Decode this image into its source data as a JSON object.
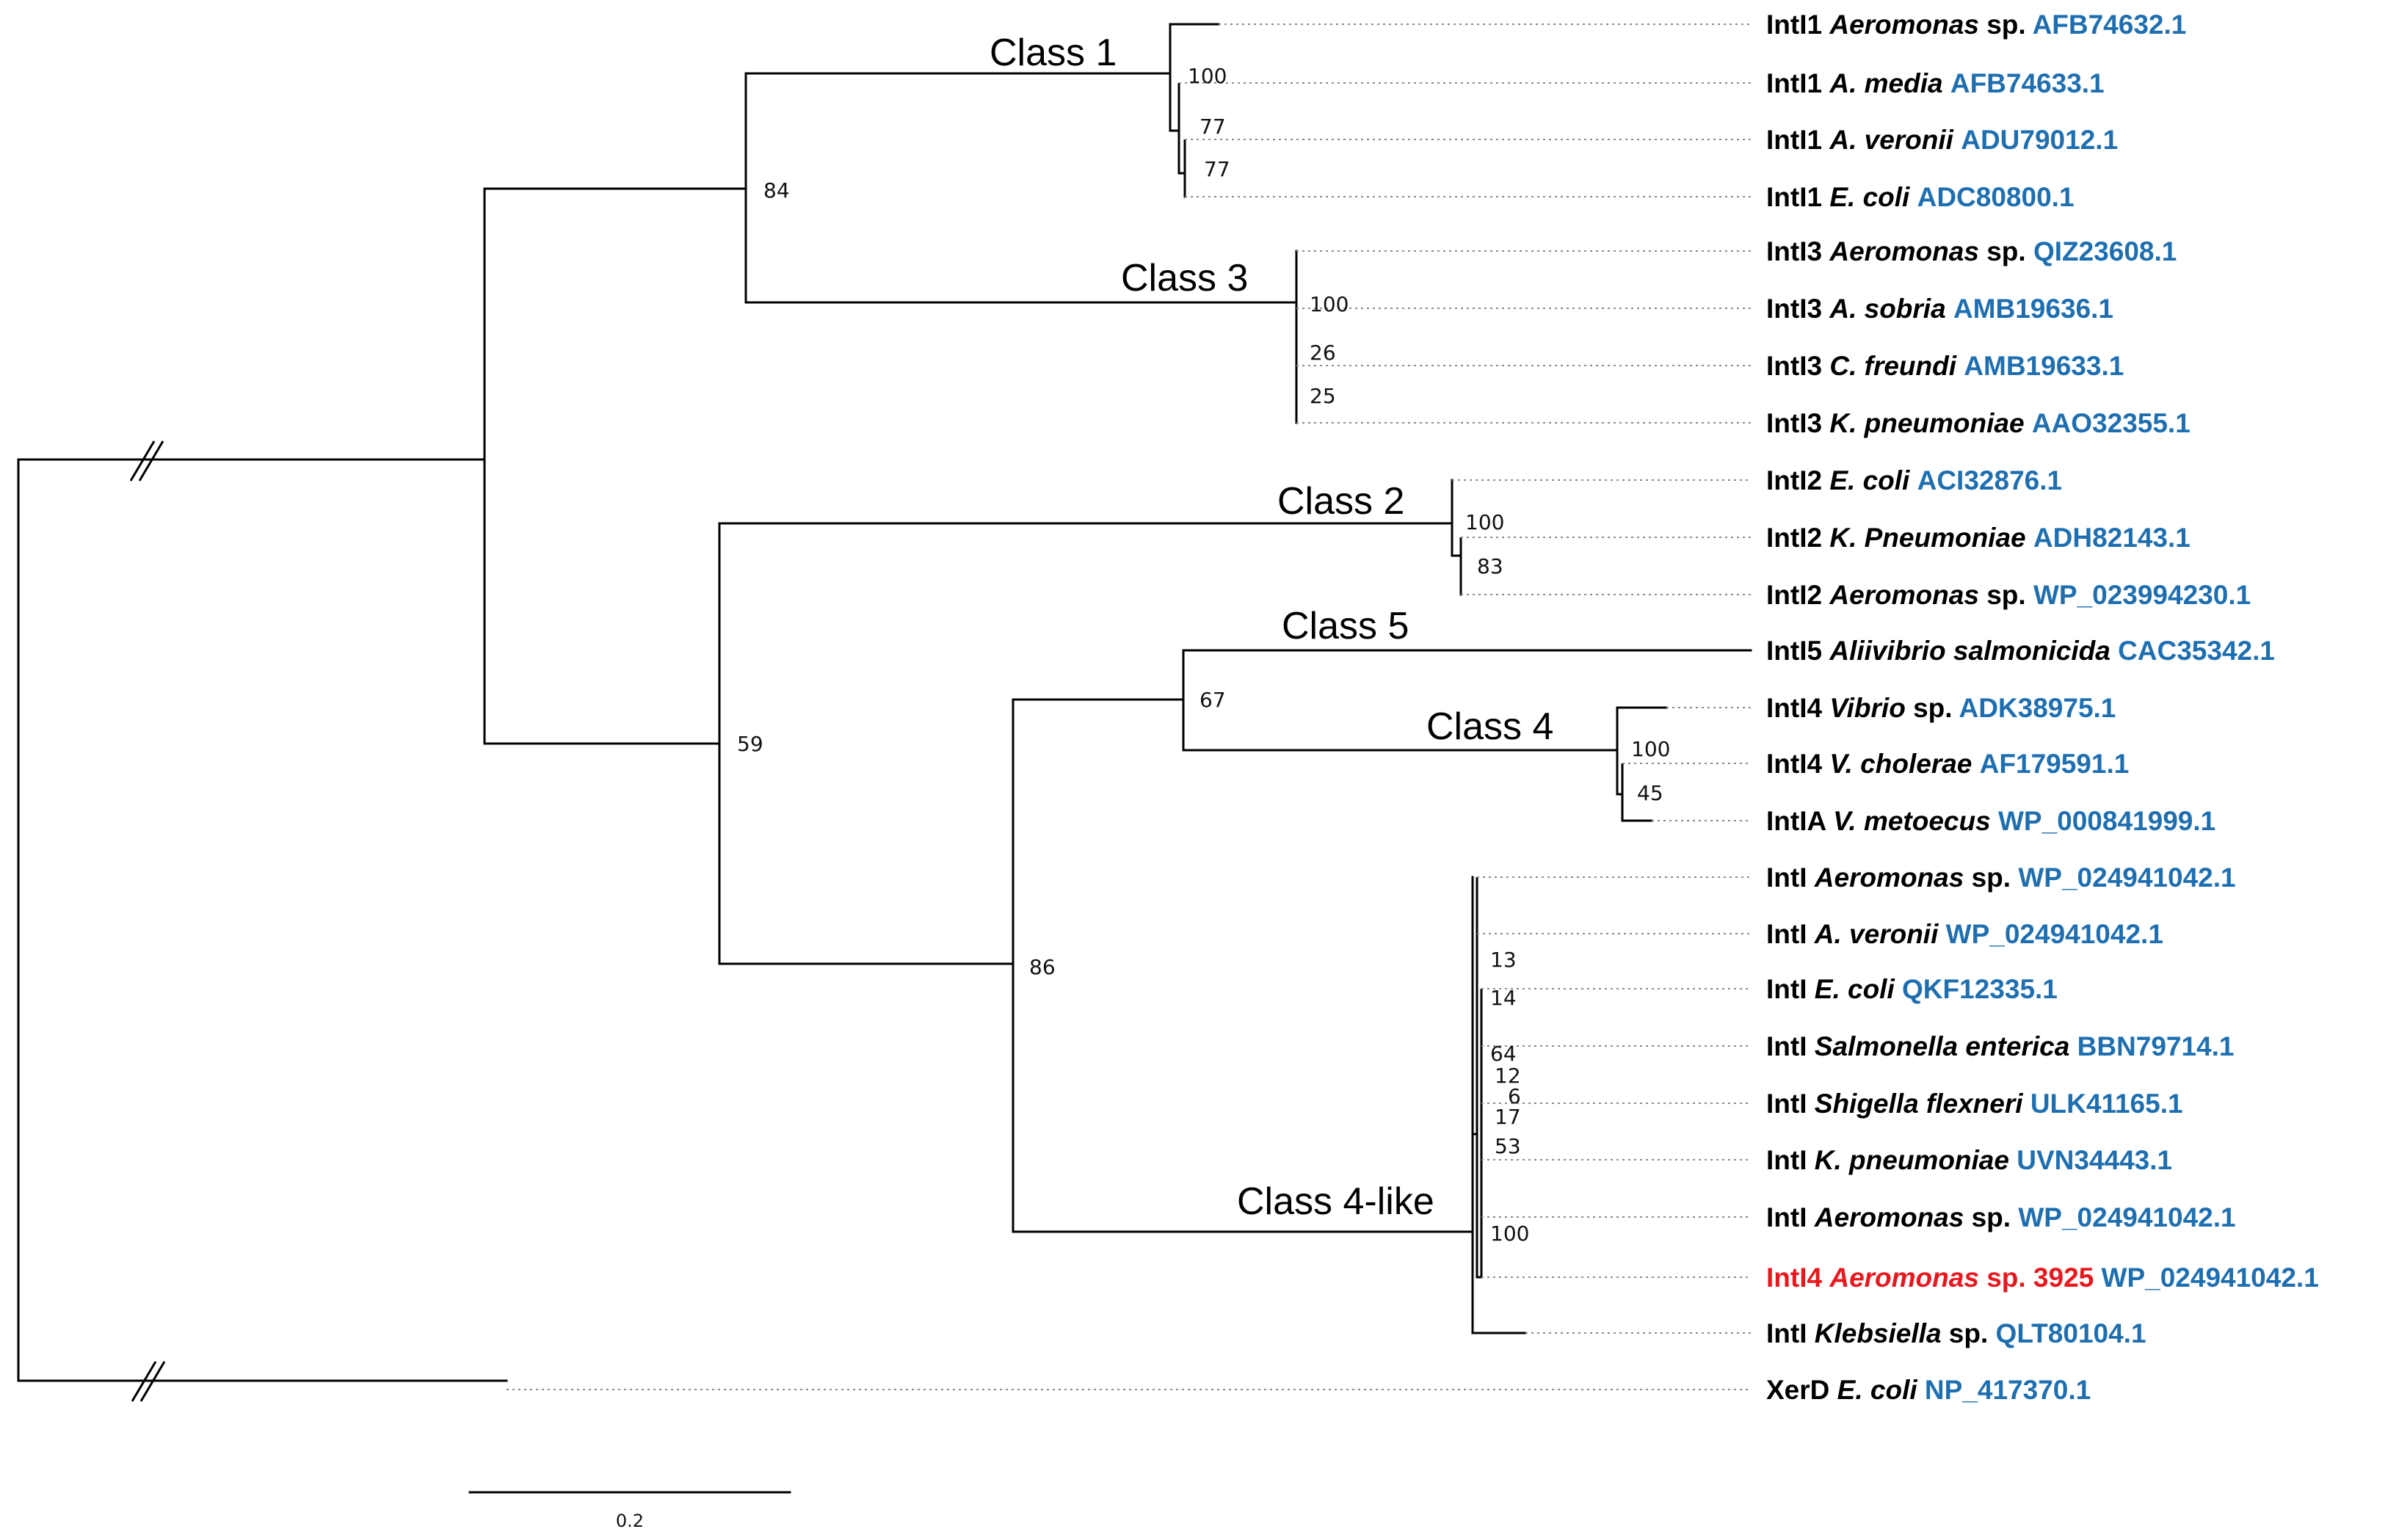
{
  "colors": {
    "accession": "#1f6fb0",
    "highlight": "#e8181f",
    "text": "#000000"
  },
  "leaves": [
    {
      "gene": "IntI1",
      "species": "Aeromonas",
      "suffix": "sp.",
      "accession": "AFB74632.1"
    },
    {
      "gene": "IntI1",
      "species": "A. media",
      "suffix": "",
      "accession": "AFB74633.1"
    },
    {
      "gene": "IntI1",
      "species": "A. veronii",
      "suffix": "",
      "accession": "ADU79012.1"
    },
    {
      "gene": "IntI1",
      "species": "E. coli",
      "suffix": "",
      "accession": "ADC80800.1"
    },
    {
      "gene": "IntI3",
      "species": "Aeromonas",
      "suffix": "sp.",
      "accession": "QIZ23608.1"
    },
    {
      "gene": "IntI3",
      "species": "A. sobria",
      "suffix": "",
      "accession": "AMB19636.1"
    },
    {
      "gene": "IntI3",
      "species": "C. freundi",
      "suffix": "",
      "accession": "AMB19633.1"
    },
    {
      "gene": "IntI3",
      "species": "K. pneumoniae",
      "suffix": "",
      "accession": "AAO32355.1"
    },
    {
      "gene": "IntI2",
      "species": "E. coli",
      "suffix": "",
      "accession": "ACI32876.1"
    },
    {
      "gene": "IntI2",
      "species": "K. Pneumoniae",
      "suffix": "",
      "accession": "ADH82143.1"
    },
    {
      "gene": "IntI2",
      "species": "Aeromonas",
      "suffix": "sp.",
      "accession": "WP_023994230.1"
    },
    {
      "gene": "IntI5",
      "species": "Aliivibrio salmonicida",
      "suffix": "",
      "accession": "CAC35342.1"
    },
    {
      "gene": "IntI4",
      "species": "Vibrio",
      "suffix": "sp.",
      "accession": "ADK38975.1"
    },
    {
      "gene": "IntI4",
      "species": "V. cholerae",
      "suffix": "",
      "accession": "AF179591.1"
    },
    {
      "gene": "IntIA",
      "species": "V. metoecus",
      "suffix": "",
      "accession": "WP_000841999.1"
    },
    {
      "gene": "IntI",
      "species": "Aeromonas",
      "suffix": "sp.",
      "accession": "WP_024941042.1"
    },
    {
      "gene": "IntI",
      "species": "A. veronii",
      "suffix": "",
      "accession": "WP_024941042.1"
    },
    {
      "gene": "IntI",
      "species": "E. coli",
      "suffix": "",
      "accession": "QKF12335.1"
    },
    {
      "gene": "IntI",
      "species": "Salmonella enterica",
      "suffix": "",
      "accession": "BBN79714.1"
    },
    {
      "gene": "IntI",
      "species": "Shigella flexneri",
      "suffix": "",
      "accession": "ULK41165.1"
    },
    {
      "gene": "IntI",
      "species": "K. pneumoniae",
      "suffix": "",
      "accession": "UVN34443.1"
    },
    {
      "gene": "IntI",
      "species": "Aeromonas",
      "suffix": "sp.",
      "accession": "WP_024941042.1"
    },
    {
      "gene": "IntI4",
      "species": "Aeromonas",
      "suffix": "sp. 3925",
      "accession": "WP_024941042.1",
      "highlight": true
    },
    {
      "gene": "IntI",
      "species": "Klebsiella",
      "suffix": "sp.",
      "accession": "QLT80104.1"
    },
    {
      "gene": "XerD",
      "species": "E. coli",
      "suffix": "",
      "accession": "NP_417370.1"
    }
  ],
  "clades": [
    "Class 1",
    "Class 3",
    "Class 2",
    "Class 5",
    "Class 4",
    "Class 4-like"
  ],
  "bootstrap": [
    "100",
    "77",
    "77",
    "84",
    "100",
    "26",
    "25",
    "100",
    "83",
    "59",
    "67",
    "100",
    "45",
    "86",
    "13",
    "14",
    "64",
    "12",
    "6",
    "17",
    "53",
    "100"
  ],
  "scale_bar": {
    "label": "0.2"
  }
}
